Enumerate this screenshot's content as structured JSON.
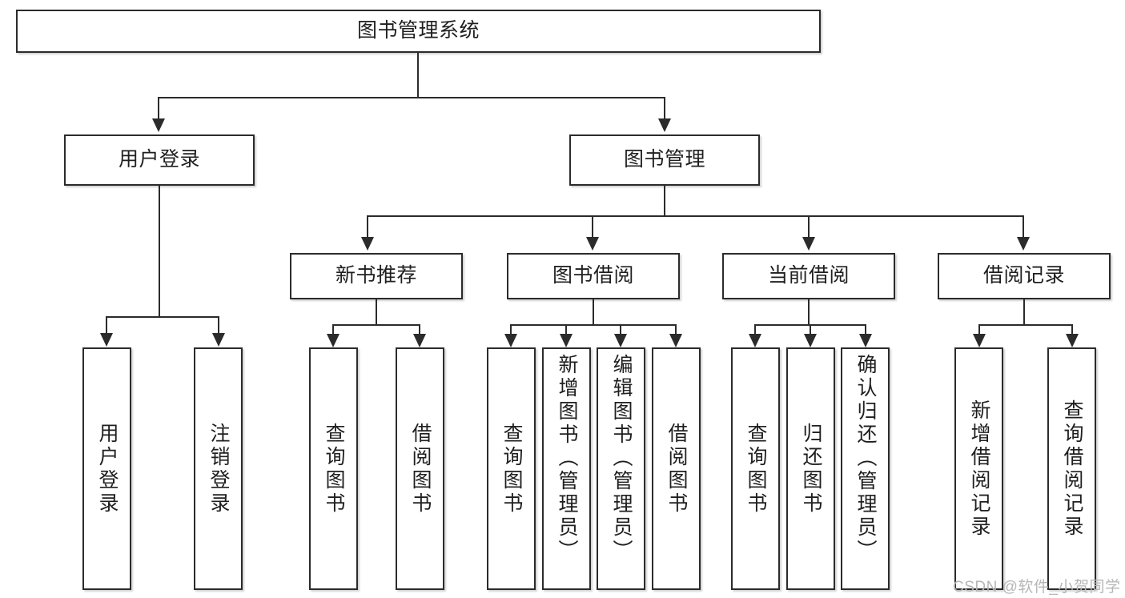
{
  "diagram": {
    "type": "tree-hierarchy-chart",
    "title": "图书管理系统",
    "root": {
      "id": "root",
      "label": "图书管理系统",
      "level": 0
    },
    "level1": [
      {
        "id": "user-login",
        "label": "用户登录"
      },
      {
        "id": "book-management",
        "label": "图书管理"
      }
    ],
    "level2": [
      {
        "id": "new-book-recommend",
        "label": "新书推荐",
        "parent": "book-management"
      },
      {
        "id": "book-borrow",
        "label": "图书借阅",
        "parent": "book-management"
      },
      {
        "id": "current-borrow",
        "label": "当前借阅",
        "parent": "book-management"
      },
      {
        "id": "borrow-record",
        "label": "借阅记录",
        "parent": "book-management"
      }
    ],
    "leaves": {
      "user-login": [
        {
          "id": "leaf-user-login",
          "label": "用户登录"
        },
        {
          "id": "leaf-user-logout",
          "label": "注销登录"
        }
      ],
      "new-book-recommend": [
        {
          "id": "leaf-query-book-1",
          "label": "查询图书"
        },
        {
          "id": "leaf-borrow-book-1",
          "label": "借阅图书"
        }
      ],
      "book-borrow": [
        {
          "id": "leaf-query-book-2",
          "label": "查询图书"
        },
        {
          "id": "leaf-add-book",
          "label": "新增图书（管理员）"
        },
        {
          "id": "leaf-edit-book",
          "label": "编辑图书（管理员）"
        },
        {
          "id": "leaf-borrow-book-2",
          "label": "借阅图书"
        }
      ],
      "current-borrow": [
        {
          "id": "leaf-query-book-3",
          "label": "查询图书"
        },
        {
          "id": "leaf-return-book",
          "label": "归还图书"
        },
        {
          "id": "leaf-confirm-return",
          "label": "确认归还（管理员）"
        }
      ],
      "borrow-record": [
        {
          "id": "leaf-add-record",
          "label": "新增借阅记录"
        },
        {
          "id": "leaf-query-record",
          "label": "查询借阅记录"
        }
      ]
    }
  },
  "watermark": {
    "text": "CSDN @软件_小贺同学"
  },
  "colors": {
    "stroke": "#2b2b2b",
    "fill": "#ffffff",
    "text": "#1f1f1f",
    "watermark": "#b6b6b6"
  }
}
